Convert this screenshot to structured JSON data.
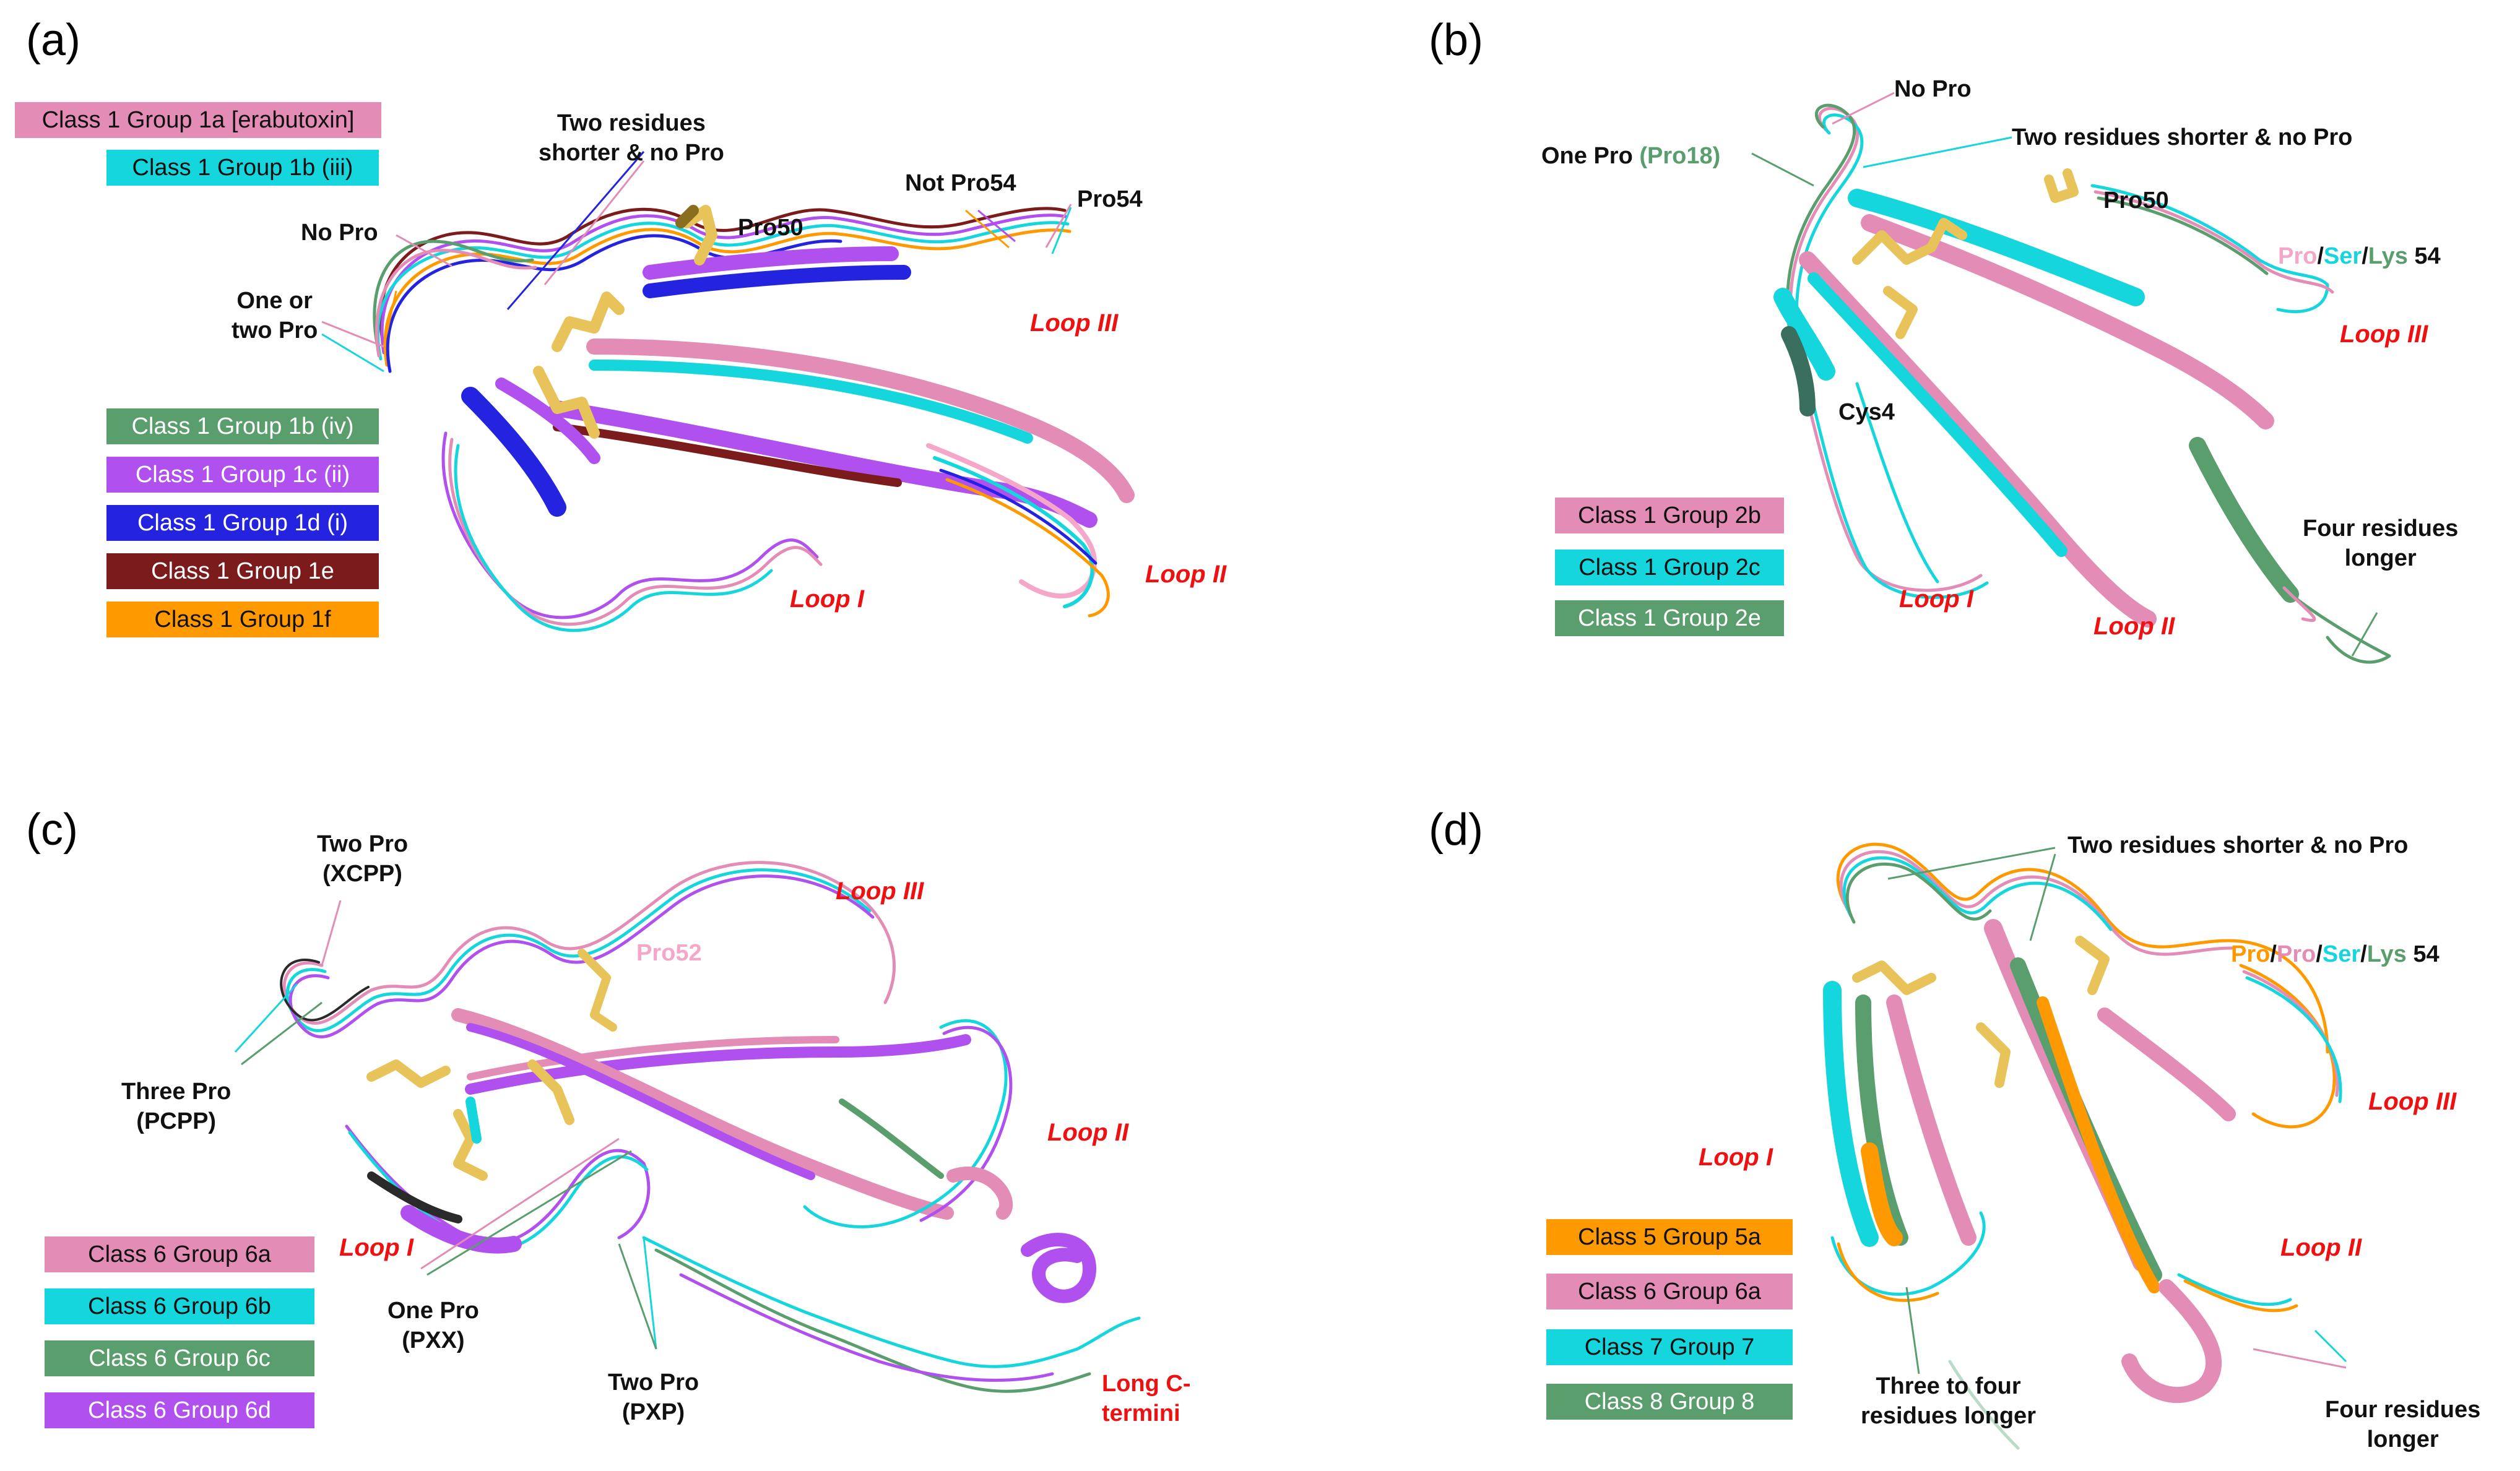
{
  "colors": {
    "pink": "#e38cb5",
    "cyan": "#15d6dc",
    "green": "#5a9e6e",
    "purple": "#b050ee",
    "blue": "#2424e0",
    "maroon": "#7c1b1b",
    "orange": "#ff9900",
    "lightpink": "#f4a7c8",
    "label_red": "#ee1111",
    "pro_gold": "#e8c35a",
    "text_green": "#5a9e6e"
  },
  "panels": {
    "a": {
      "label": "(a)",
      "legend": [
        {
          "text": "Class 1 Group 1a [erabutoxin]",
          "color": "#e38cb5",
          "text_color": "#111111"
        },
        {
          "text": "Class 1 Group 1b (iii)",
          "color": "#15d6dc",
          "text_color": "#111111"
        },
        {
          "text": "Class 1 Group 1b (iv)",
          "color": "#5a9e6e",
          "text_color": "#ffffff"
        },
        {
          "text": "Class 1 Group 1c (ii)",
          "color": "#b050ee",
          "text_color": "#ffffff"
        },
        {
          "text": "Class 1 Group 1d (i)",
          "color": "#2424e0",
          "text_color": "#ffffff"
        },
        {
          "text": "Class 1 Group 1e",
          "color": "#7c1b1b",
          "text_color": "#ffffff"
        },
        {
          "text": "Class 1 Group 1f",
          "color": "#ff9900",
          "text_color": "#111111"
        }
      ],
      "annotations": {
        "two_residues": "Two residues\nshorter & no Pro",
        "no_pro": "No Pro",
        "one_or_two": "One or\ntwo Pro",
        "pro50": "Pro50",
        "not_pro54": "Not Pro54",
        "pro54": "Pro54"
      },
      "loops": {
        "loop1": "Loop I",
        "loop2": "Loop II",
        "loop3": "Loop III"
      }
    },
    "b": {
      "label": "(b)",
      "legend": [
        {
          "text": "Class 1 Group 2b",
          "color": "#e38cb5",
          "text_color": "#111111"
        },
        {
          "text": "Class 1 Group 2c",
          "color": "#15d6dc",
          "text_color": "#111111"
        },
        {
          "text": "Class 1 Group 2e",
          "color": "#5a9e6e",
          "text_color": "#ffffff"
        }
      ],
      "annotations": {
        "no_pro": "No Pro",
        "one_pro": "One Pro",
        "pro18": "(Pro18)",
        "two_residues": "Two residues shorter & no Pro",
        "pro50": "Pro50",
        "pro54_parts": [
          "Pro",
          "/",
          "Ser",
          "/",
          "Lys",
          " 54"
        ],
        "cys4": "Cys4",
        "four_longer": "Four residues\nlonger"
      },
      "loops": {
        "loop1": "Loop I",
        "loop2": "Loop II",
        "loop3": "Loop III"
      }
    },
    "c": {
      "label": "(c)",
      "legend": [
        {
          "text": "Class 6 Group 6a",
          "color": "#e38cb5",
          "text_color": "#111111"
        },
        {
          "text": "Class 6 Group 6b",
          "color": "#15d6dc",
          "text_color": "#111111"
        },
        {
          "text": "Class 6 Group 6c",
          "color": "#5a9e6e",
          "text_color": "#ffffff"
        },
        {
          "text": "Class 6 Group 6d",
          "color": "#b050ee",
          "text_color": "#ffffff"
        }
      ],
      "annotations": {
        "two_pro_xcpp": "Two Pro\n(XCPP)",
        "three_pro": "Three Pro\n(PCPP)",
        "pro52": "Pro52",
        "one_pro": "One Pro\n(PXX)",
        "two_pro_pxp": "Two Pro\n(PXP)",
        "long_c": "Long C-\ntermini"
      },
      "loops": {
        "loop1": "Loop I",
        "loop2": "Loop II",
        "loop3": "Loop III"
      }
    },
    "d": {
      "label": "(d)",
      "legend": [
        {
          "text": "Class 5 Group 5a",
          "color": "#ff9900",
          "text_color": "#111111"
        },
        {
          "text": "Class 6 Group 6a",
          "color": "#e38cb5",
          "text_color": "#111111"
        },
        {
          "text": "Class 7 Group 7",
          "color": "#15d6dc",
          "text_color": "#111111"
        },
        {
          "text": "Class 8 Group 8",
          "color": "#5a9e6e",
          "text_color": "#ffffff"
        }
      ],
      "annotations": {
        "two_residues": "Two residues shorter & no Pro",
        "pro54_parts": [
          "Pro",
          "/",
          "Pro",
          "/",
          "Ser",
          "/",
          "Lys",
          " 54"
        ],
        "three_to_four": "Three to four\nresidues longer",
        "four_longer": "Four residues\nlonger"
      },
      "loops": {
        "loop1": "Loop I",
        "loop2": "Loop II",
        "loop3": "Loop III"
      }
    }
  }
}
